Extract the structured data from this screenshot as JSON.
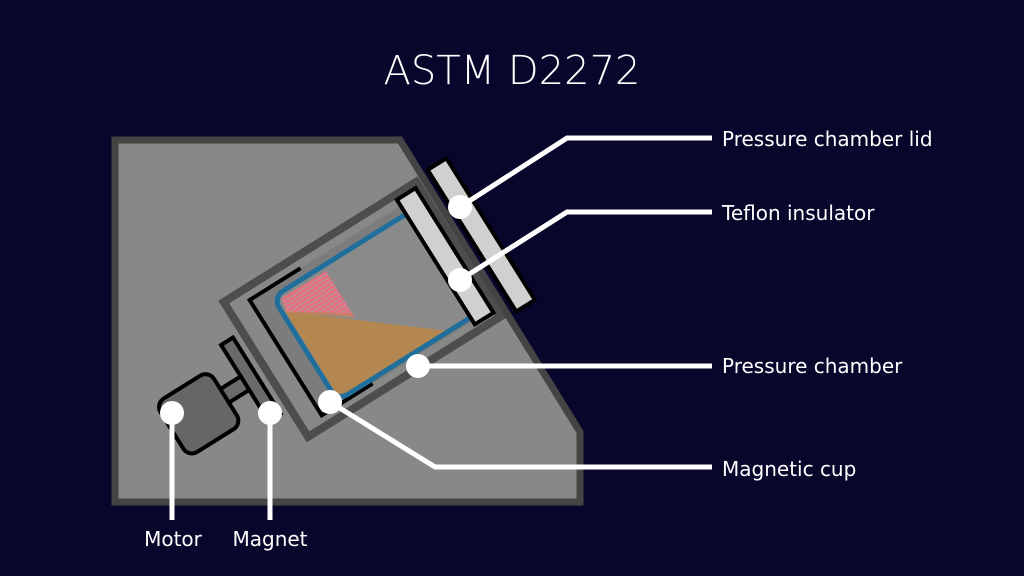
{
  "title": "ASTM D2272",
  "labels": {
    "lid": "Pressure chamber lid",
    "teflon": "Teflon insulator",
    "chamber": "Pressure chamber",
    "cup": "Magnetic cup",
    "motor": "Motor",
    "magnet": "Magnet"
  },
  "colors": {
    "background": "#08062b",
    "body": "#888888",
    "chamber_outline": "#1f6e9c",
    "oil": "#b8864a",
    "sample": "#e07080"
  }
}
